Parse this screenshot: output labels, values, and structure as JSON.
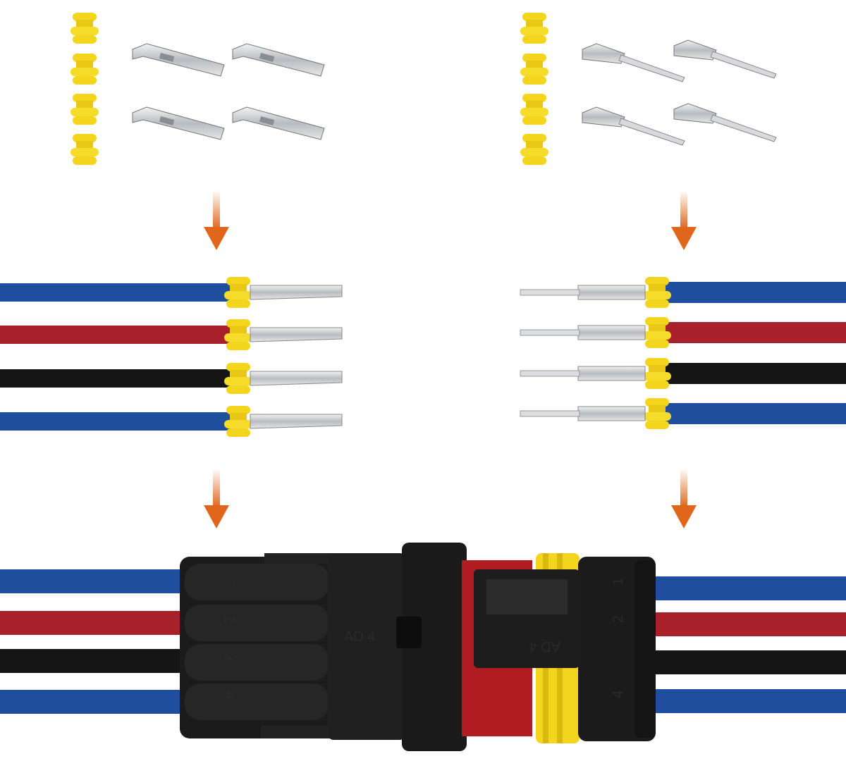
{
  "colors": {
    "blue_wire": "#1f4e9e",
    "red_wire": "#a8202a",
    "black_wire": "#151515",
    "seal_yellow": "#f2d51c",
    "arrow_orange": "#e0661c",
    "metal": "#c9cbcf",
    "housing": "#1b1b1b",
    "housing_accent_red": "#b01c22"
  },
  "wire_order": [
    "blue",
    "red",
    "black",
    "blue"
  ],
  "connector": {
    "marking": "AD 4",
    "pin_numbers": [
      "1",
      "2",
      "3",
      "4"
    ]
  },
  "steps": [
    {
      "left": "female-terminals-and-seals",
      "right": "male-pins-and-seals"
    },
    {
      "left": "crimped-female-terminals",
      "right": "crimped-male-pins"
    },
    {
      "left": "assembled-connector",
      "right": "assembled-connector"
    }
  ]
}
